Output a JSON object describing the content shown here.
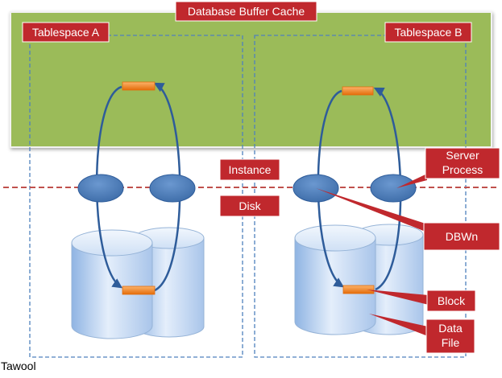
{
  "labels": {
    "buffer_cache": "Database Buffer Cache",
    "tablespace_a": "Tablespace A",
    "tablespace_b": "Tablespace B",
    "instance": "Instance",
    "disk": "Disk",
    "server_process_line1": "Server",
    "server_process_line2": "Process",
    "dbwn": "DBWn",
    "block": "Block",
    "data_file_line1": "Data",
    "data_file_line2": "File",
    "credit": "Tawool"
  },
  "colors": {
    "cache_green": "#9bbb59",
    "label_red": "#c0282d",
    "tablespace_border": "#4f81bd",
    "divider_red": "#c0504d",
    "process_blue": "#4f81bd",
    "block_orange": "#f79646",
    "cylinder_fill": "#c6d9f1"
  }
}
